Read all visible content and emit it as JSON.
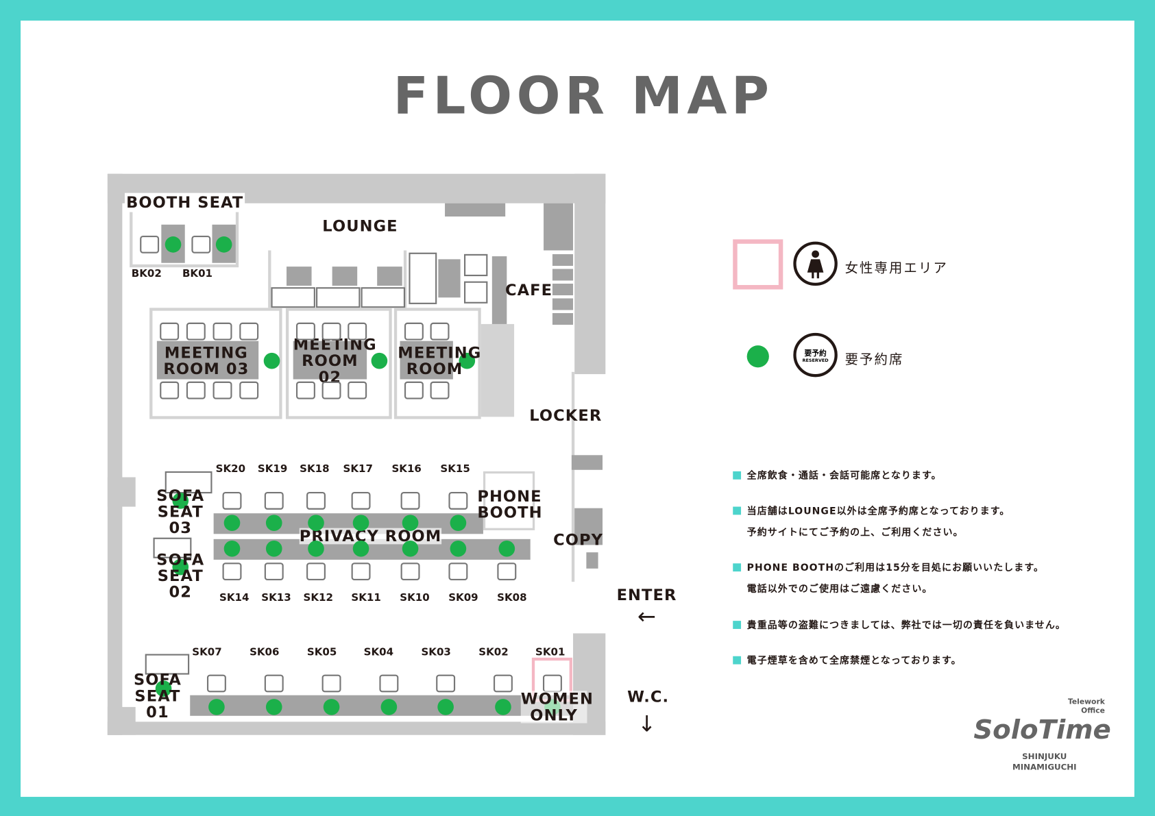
{
  "title": "FLOOR MAP",
  "colors": {
    "frame": "#4dd4cc",
    "reserved_dot": "#1bb04a",
    "women_area": "#f4b7c3",
    "wall": "#c9c9c9"
  },
  "floor_plan": {
    "booth_seat": "BOOTH SEAT",
    "booths": [
      "BK02",
      "BK01"
    ],
    "lounge": "LOUNGE",
    "cafe": "CAFE",
    "locker": "LOCKER",
    "copy": "COPY",
    "enter": "ENTER",
    "enter_arrow": "←",
    "wc": "W.C.",
    "wc_arrow": "↓",
    "meeting_rooms": [
      "MEETING ROOM 03",
      "MEETING ROOM 02",
      "MEETING ROOM"
    ],
    "privacy_room": "PRIVACY ROOM",
    "phone_booth": "PHONE BOOTH",
    "sofa_seats": [
      "SOFA SEAT 03",
      "SOFA SEAT 02",
      "SOFA SEAT 01"
    ],
    "women_only": "WOMEN ONLY",
    "row_top": [
      "SK20",
      "SK19",
      "SK18",
      "SK17",
      "SK16",
      "SK15"
    ],
    "row_mid": [
      "SK14",
      "SK13",
      "SK12",
      "SK11",
      "SK10",
      "SK09",
      "SK08"
    ],
    "row_bottom": [
      "SK07",
      "SK06",
      "SK05",
      "SK04",
      "SK03",
      "SK02",
      "SK01"
    ]
  },
  "legend": {
    "women_area": "女性専用エリア",
    "reserved_icon_jp": "要予約",
    "reserved_icon_en": "RESERVED",
    "reserved": "要予約席"
  },
  "notes": [
    "全席飲食・通話・会話可能席となります。",
    "当店舗はLOUNGE以外は全席予約席となっております。",
    "予約サイトにてご予約の上、ご利用ください。",
    "PHONE BOOTHのご利用は15分を目処にお願いいたします。",
    "電話以外でのご使用はご遠慮ください。",
    "貴重品等の盗難につきましては、弊社では一切の責任を負いません。",
    "電子煙草を含めて全席禁煙となっております。"
  ],
  "logo": {
    "tag1": "Telework",
    "tag2": "Office",
    "name": "SoloTime",
    "loc1": "SHINJUKU",
    "loc2": "MINAMIGUCHI"
  }
}
